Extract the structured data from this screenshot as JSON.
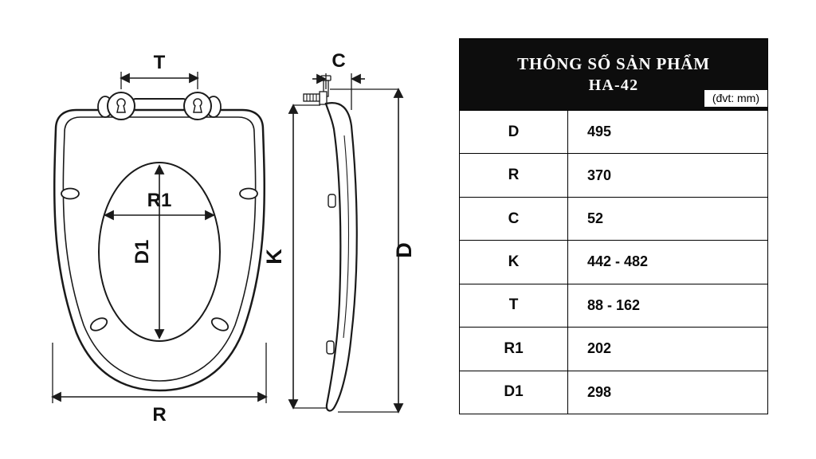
{
  "table": {
    "title_line1": "THÔNG SỐ SẢN PHẨM",
    "title_line2": "HA-42",
    "unit_note": "(đvt: mm)",
    "header_bg": "#0d0d0d",
    "rows": [
      {
        "param": "D",
        "value": "495"
      },
      {
        "param": "R",
        "value": "370"
      },
      {
        "param": "C",
        "value": "52"
      },
      {
        "param": "K",
        "value": "442 - 482"
      },
      {
        "param": "T",
        "value": "88 - 162"
      },
      {
        "param": "R1",
        "value": "202"
      },
      {
        "param": "D1",
        "value": "298"
      }
    ]
  },
  "diagram": {
    "ink_color": "#1a1a1a",
    "labels": {
      "T": "T",
      "C": "C",
      "R1": "R1",
      "D1": "D1",
      "K": "K",
      "D": "D",
      "R": "R"
    }
  }
}
